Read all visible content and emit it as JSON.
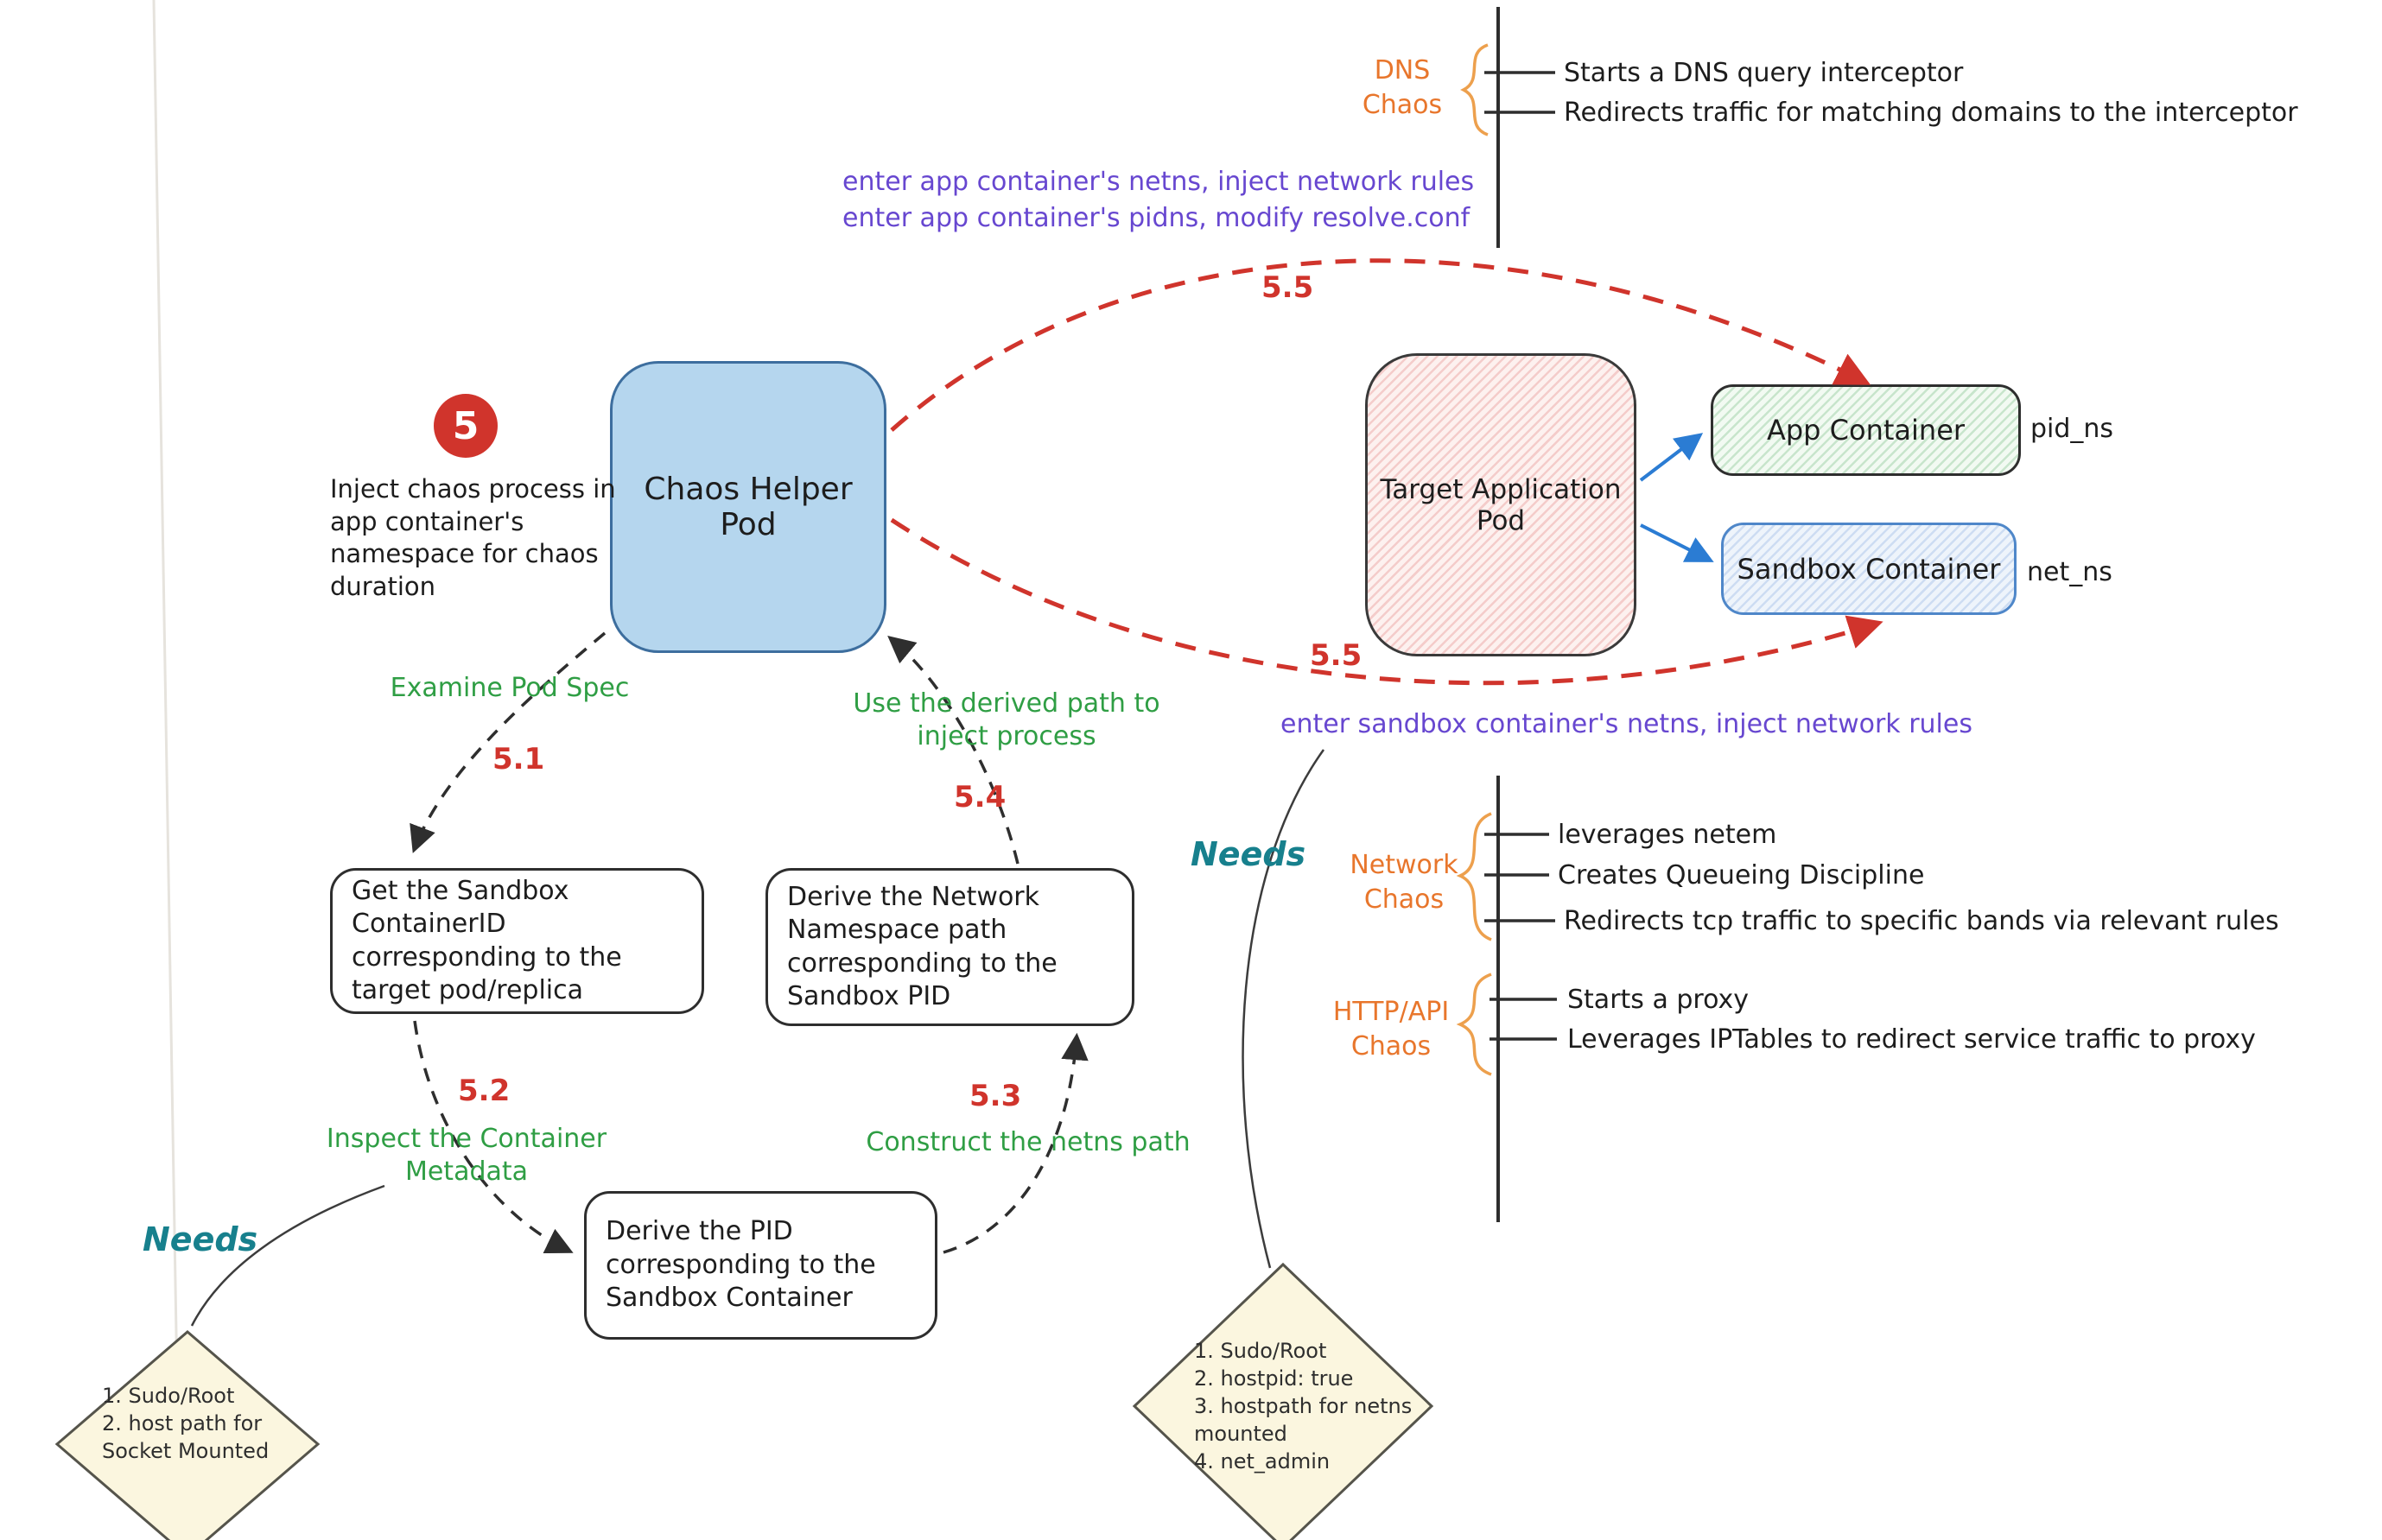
{
  "colors": {
    "red": "#d0342c",
    "green": "#2f9e44",
    "purple": "#6747d0",
    "teal": "#17808d",
    "orange": "#e8762c",
    "blue_arrow": "#2b7cd3",
    "helper_pod_fill": "#b5d6ee"
  },
  "badge": "5",
  "annotation": "Inject chaos process in app container's namespace for chaos duration",
  "nodes": {
    "chaos_helper_pod": "Chaos Helper Pod",
    "target_application_pod": "Target Application Pod",
    "app_container": "App Container",
    "sandbox_container": "Sandbox Container",
    "pid_ns": "pid_ns",
    "net_ns": "net_ns"
  },
  "steps": {
    "s51": "5.1",
    "s52": "5.2",
    "s53": "5.3",
    "s54": "5.4",
    "s55": "5.5"
  },
  "edge_labels": {
    "examine_pod_spec": "Examine Pod Spec",
    "use_derived_path": "Use the derived path to inject process",
    "inspect_container_metadata": "Inspect the Container Metadata",
    "construct_netns_path": "Construct the netns path"
  },
  "process_boxes": {
    "get_sandbox_id": "Get the Sandbox ContainerID corresponding to the target pod/replica",
    "derive_netns_path": "Derive the Network Namespace path corresponding to the Sandbox PID",
    "derive_pid": "Derive the PID corresponding to the Sandbox Container"
  },
  "purple_notes": {
    "app_netns": "enter app container's netns, inject network rules",
    "app_pidns": "enter app container's pidns, modify resolve.conf",
    "sandbox_netns": "enter sandbox container's netns, inject network rules"
  },
  "needs_label": "Needs",
  "needs_left": [
    "1. Sudo/Root",
    "2. host path for",
    "Socket Mounted"
  ],
  "needs_right": [
    "1. Sudo/Root",
    "2. hostpid: true",
    "3. hostpath for netns",
    "mounted",
    "4. net_admin"
  ],
  "chaos_sections": {
    "dns": {
      "label": "DNS Chaos",
      "items": [
        "Starts a DNS query interceptor",
        "Redirects traffic for matching domains to the interceptor"
      ]
    },
    "network": {
      "label": "Network Chaos",
      "items": [
        "leverages netem",
        "Creates Queueing Discipline",
        "Redirects tcp traffic to specific bands via relevant rules"
      ]
    },
    "http": {
      "label": "HTTP/API Chaos",
      "items": [
        "Starts a proxy",
        "Leverages IPTables to redirect service traffic to proxy"
      ]
    }
  }
}
